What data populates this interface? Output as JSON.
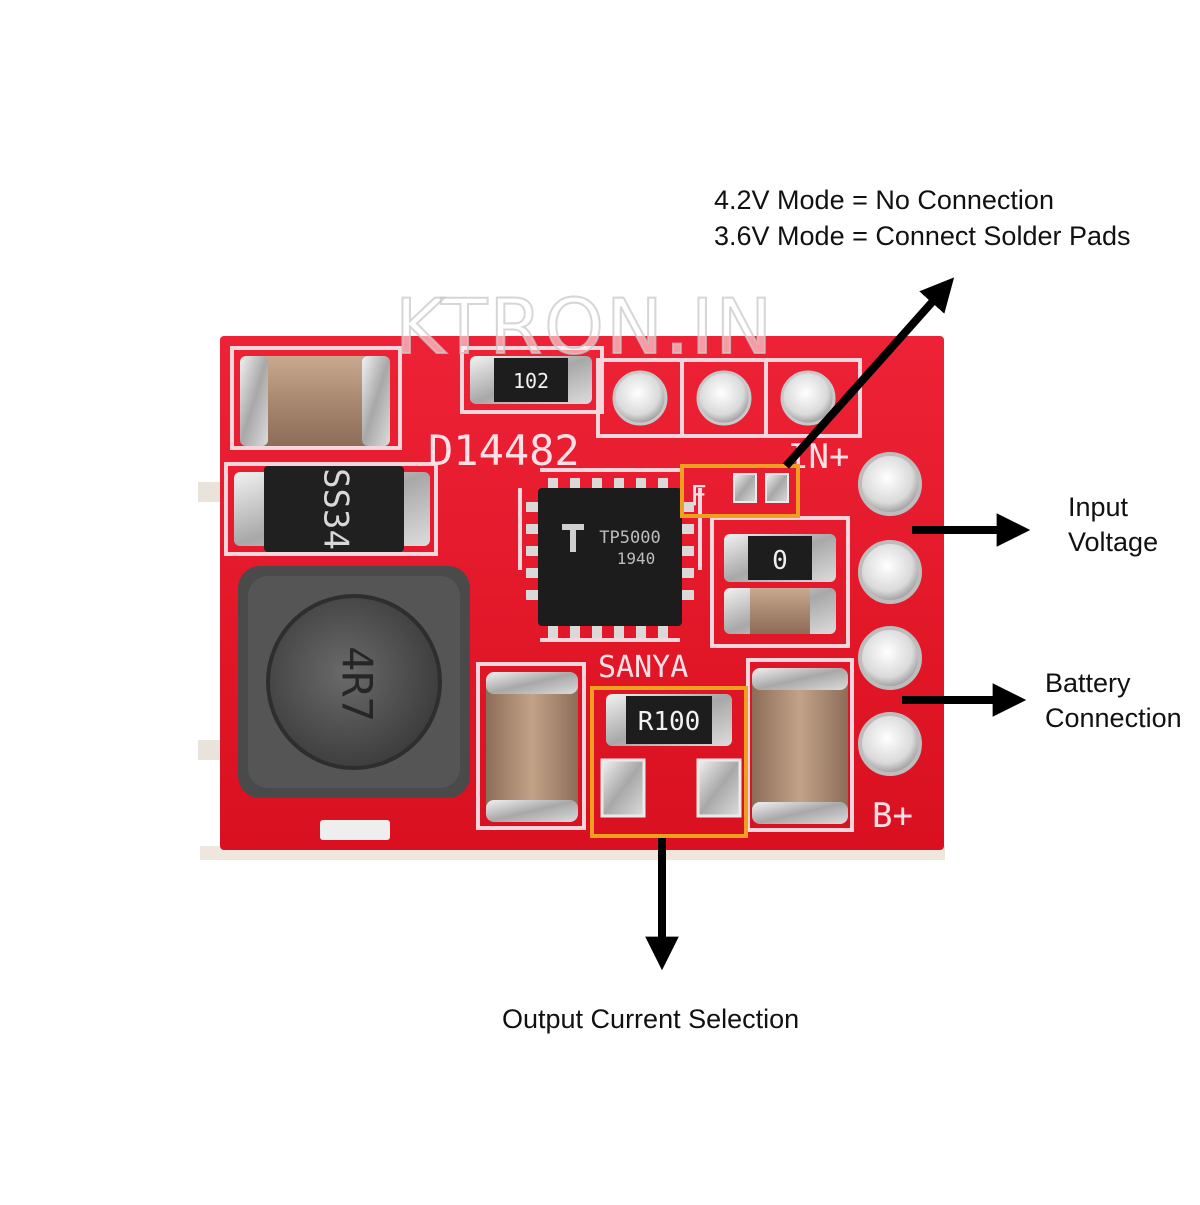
{
  "watermark": "KTRON.IN",
  "annotations": {
    "mode_line1": "4.2V Mode = No Connection",
    "mode_line2": "3.6V Mode = Connect Solder Pads",
    "input_line1": "Input",
    "input_line2": "Voltage",
    "battery_line1": "Battery",
    "battery_line2": "Connection",
    "output_current": "Output Current Selection"
  },
  "board": {
    "silkscreen_id": "D14482",
    "label_in_plus": "IN+",
    "label_b_plus": "B+",
    "label_sanya": "SANYA",
    "label_f": "F",
    "diode_marking": "SS34",
    "inductor_marking": "4R7",
    "ic_marking_line1": "TP5000",
    "ic_marking_line2": "1940",
    "resistor_top_marking": "102",
    "resistor_zero_marking": "0",
    "sense_resistor_marking": "R100"
  },
  "colors": {
    "pcb_red": "#e8192c",
    "silkscreen": "#f6d6dc",
    "highlight_box": "#f0a020",
    "arrow": "#000000"
  }
}
